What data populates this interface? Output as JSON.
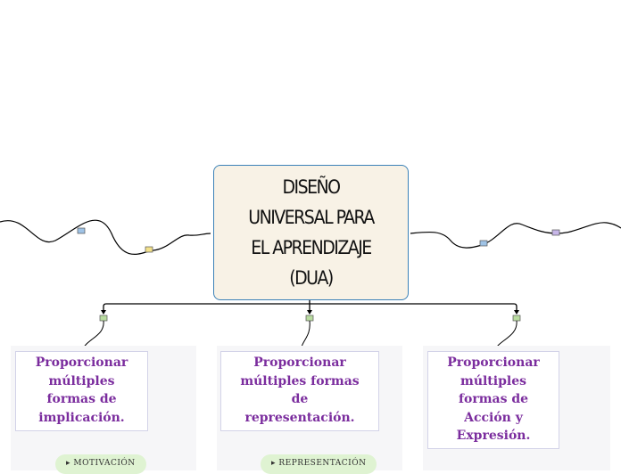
{
  "central_topic": {
    "lines": [
      "DISEÑO",
      "UNIVERSAL PARA",
      "EL APRENDIZAJE",
      "(DUA)"
    ]
  },
  "subtopics": [
    {
      "label": "Proporcionar múltiples formas de implicación.",
      "lines": [
        "Proporcionar",
        "múltiples",
        "formas de",
        "implicación."
      ],
      "child": "MOTIVACIÓN"
    },
    {
      "label": "Proporcionar múltiples formas de representación.",
      "lines": [
        "Proporcionar",
        "múltiples formas",
        "de",
        "representación."
      ],
      "child": "REPRESENTACIÓN"
    },
    {
      "label": "Proporcionar múltiples formas de Acción y Expresión.",
      "lines": [
        "Proporcionar",
        "múltiples",
        "formas de",
        "Acción y",
        "Expresión."
      ],
      "child": ""
    }
  ],
  "colors": {
    "central_border": "#3c82b8",
    "central_fill": "#f8f2e6",
    "subtopic_text": "#7b2d9e",
    "connector": "#000000"
  }
}
